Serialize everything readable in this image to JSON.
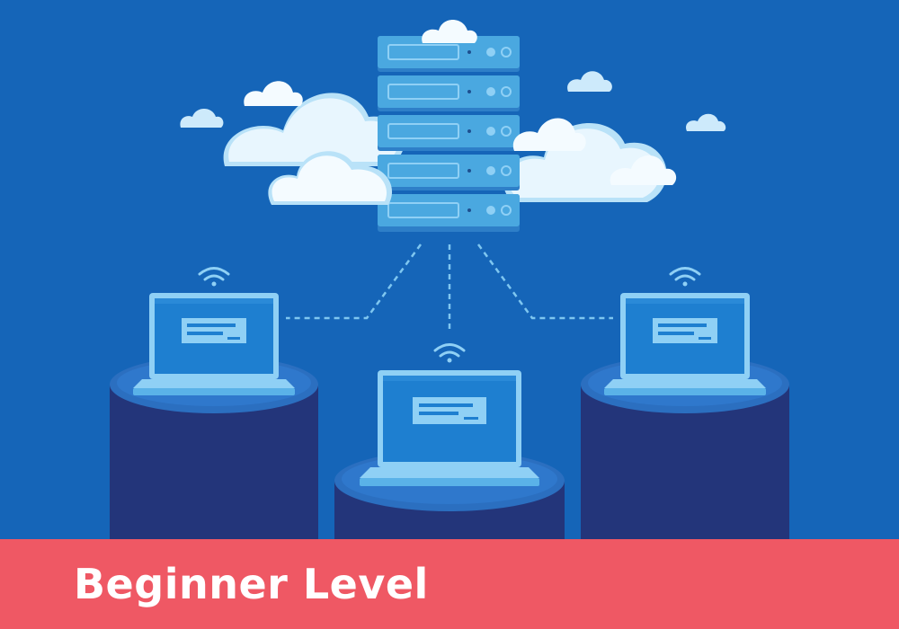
{
  "banner": {
    "title": "Beginner Level"
  },
  "colors": {
    "background": "#1565b8",
    "banner": "#ef5864",
    "server": "#4aa8e0",
    "server_light": "#8fd0f5",
    "laptop_screen": "#1e7fd0",
    "laptop_frame": "#8fd0f5",
    "pedestal_top": "#2b6fc0",
    "pedestal_body": "#23357a",
    "cloud": "#f4fbff",
    "cloud_shade": "#b9e2f8",
    "connection_line": "#7ec6f0"
  },
  "illustration": {
    "server_units": 5,
    "laptops": [
      "left",
      "center",
      "right"
    ],
    "icons": [
      "server-rack-icon",
      "laptop-icon",
      "wifi-icon",
      "cloud-icon"
    ]
  }
}
